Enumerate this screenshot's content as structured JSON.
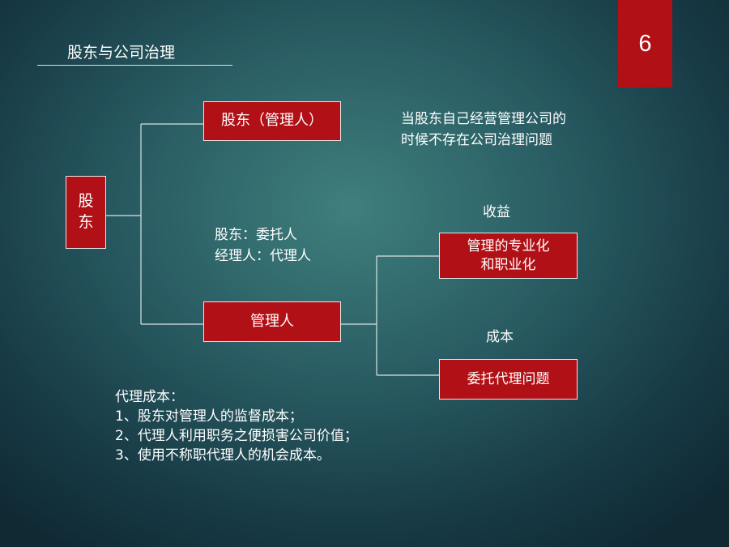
{
  "slide": {
    "title": "股东与公司治理",
    "page_number": "6"
  },
  "diagram": {
    "root": {
      "line1": "股",
      "line2": "东"
    },
    "shareholder_manager": "股东（管理人）",
    "manager": "管理人",
    "note": {
      "line1": "当股东自己经营管理公司的",
      "line2": "时候不存在公司治理问题"
    },
    "roles": {
      "line1": "股东：委托人",
      "line2": "经理人：代理人"
    },
    "benefit_label": "收益",
    "benefit": {
      "line1": "管理的专业化",
      "line2": "和职业化"
    },
    "cost_label": "成本",
    "cost": "委托代理问题"
  },
  "agency_cost": {
    "heading": "代理成本：",
    "items": [
      "1、股东对管理人的监督成本；",
      "2、代理人利用职务之便损害公司价值；",
      "3、使用不称职代理人的机会成本。"
    ]
  },
  "colors": {
    "box_fill": "#b11116",
    "connector": "#d9e3e3",
    "background": "#2a5e64"
  }
}
